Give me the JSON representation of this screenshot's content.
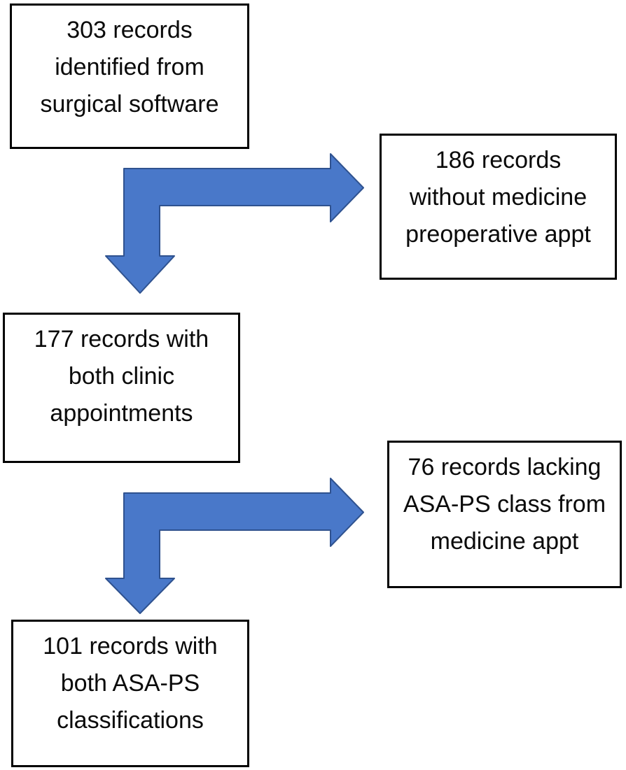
{
  "flowchart": {
    "nodes": [
      {
        "lines": [
          "303 records",
          "identified from",
          "surgical software"
        ]
      },
      {
        "lines": [
          "186 records",
          "without medicine",
          "preoperative appt"
        ]
      },
      {
        "lines": [
          "177 records with",
          "both clinic",
          "appointments"
        ]
      },
      {
        "lines": [
          "76 records lacking",
          "ASA-PS class from",
          "medicine appt"
        ]
      },
      {
        "lines": [
          "101 records with",
          "both ASA-PS",
          "classifications"
        ]
      }
    ],
    "colors": {
      "arrow_fill": "#4978C9",
      "arrow_stroke": "#2F528F",
      "box_border": "#000000",
      "text": "#0a0a0a",
      "background": "#ffffff"
    }
  }
}
